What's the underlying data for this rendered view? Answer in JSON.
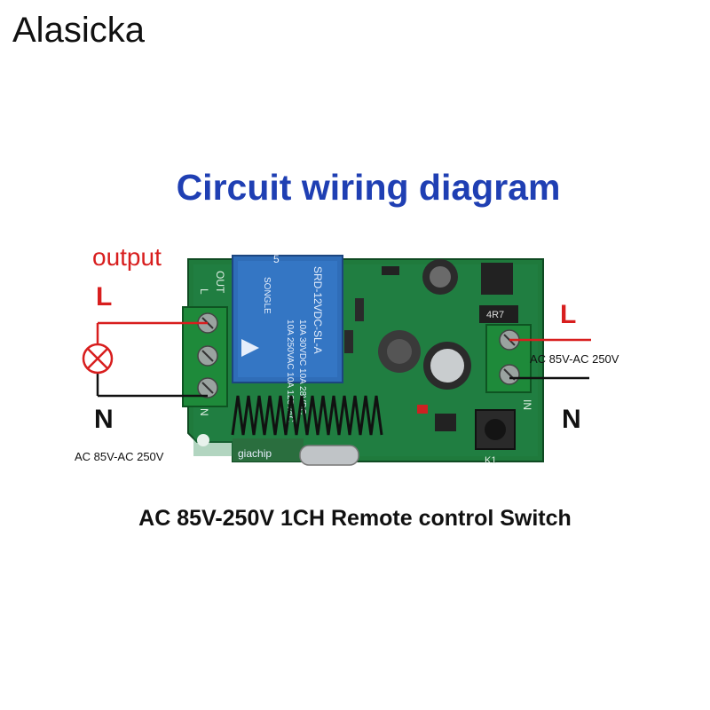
{
  "brand": "Alasicka",
  "title": "Circuit wiring diagram",
  "caption": "AC 85V-250V 1CH Remote control Switch",
  "labels": {
    "output": "output",
    "l_left": "L",
    "n_left": "N",
    "l_right": "L",
    "n_right": "N",
    "voltage_left": "AC 85V-AC 250V",
    "voltage_right": "AC 85V-AC 250V"
  },
  "board": {
    "relay_lines": [
      "10A 250VAC 10A 125VAC",
      "10A 30VDC 10A 28VDC",
      "SRD-12VDC-SL-A"
    ],
    "relay_brand": "SONGLE",
    "relay_pin_count": "5",
    "out_label": "OUT",
    "in_label": "IN",
    "chip_label": "giachip",
    "button_label": "K1",
    "component_label": "4R7"
  },
  "colors": {
    "pcb": "#1f7a3c",
    "relay": "#2f6db8",
    "terminal": "#1e8a3a",
    "wire_red": "#d81e1e",
    "title": "#1f3fb3"
  }
}
